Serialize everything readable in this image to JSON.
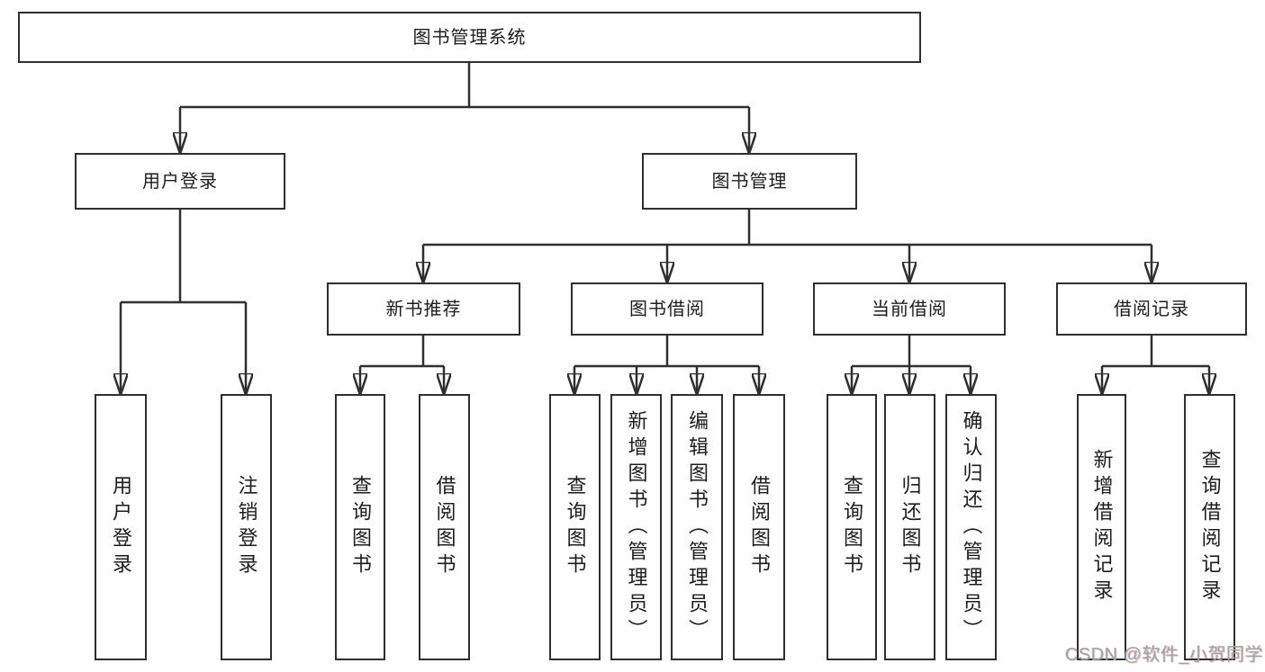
{
  "diagram": {
    "title": "图书管理系统",
    "colors": {
      "line": "#2f2f2f",
      "text": "#1d1d1d",
      "background": "#ffffff",
      "watermark": "#a3a3a3"
    },
    "nodes": {
      "root": {
        "label": "图书管理系统"
      },
      "user_login": {
        "label": "用户登录"
      },
      "book_manage": {
        "label": "图书管理"
      },
      "new_book_rec": {
        "label": "新书推荐"
      },
      "book_borrow": {
        "label": "图书借阅"
      },
      "current_borrow": {
        "label": "当前借阅"
      },
      "borrow_record": {
        "label": "借阅记录"
      },
      "login_leaf": {
        "label": "用户登录"
      },
      "logout_leaf": {
        "label": "注销登录"
      },
      "rec_query": {
        "label": "查询图书"
      },
      "rec_borrow": {
        "label": "借阅图书"
      },
      "bb_query": {
        "label": "查询图书"
      },
      "bb_add": {
        "label": "新增图书（管理员）"
      },
      "bb_edit": {
        "label": "编辑图书（管理员）"
      },
      "bb_borrow": {
        "label": "借阅图书"
      },
      "cb_query": {
        "label": "查询图书"
      },
      "cb_return": {
        "label": "归还图书"
      },
      "cb_confirm": {
        "label": "确认归还（管理员）"
      },
      "br_add": {
        "label": "新增借阅记录"
      },
      "br_query": {
        "label": "查询借阅记录"
      }
    },
    "hierarchy": [
      {
        "parent": "图书管理系统",
        "children": [
          "用户登录",
          "图书管理"
        ]
      },
      {
        "parent": "用户登录",
        "children": [
          "用户登录",
          "注销登录"
        ]
      },
      {
        "parent": "图书管理",
        "children": [
          "新书推荐",
          "图书借阅",
          "当前借阅",
          "借阅记录"
        ]
      },
      {
        "parent": "新书推荐",
        "children": [
          "查询图书",
          "借阅图书"
        ]
      },
      {
        "parent": "图书借阅",
        "children": [
          "查询图书",
          "新增图书（管理员）",
          "编辑图书（管理员）",
          "借阅图书"
        ]
      },
      {
        "parent": "当前借阅",
        "children": [
          "查询图书",
          "归还图书",
          "确认归还（管理员）"
        ]
      },
      {
        "parent": "借阅记录",
        "children": [
          "新增借阅记录",
          "查询借阅记录"
        ]
      }
    ],
    "watermark": "CSDN @软件_小贺同学"
  }
}
